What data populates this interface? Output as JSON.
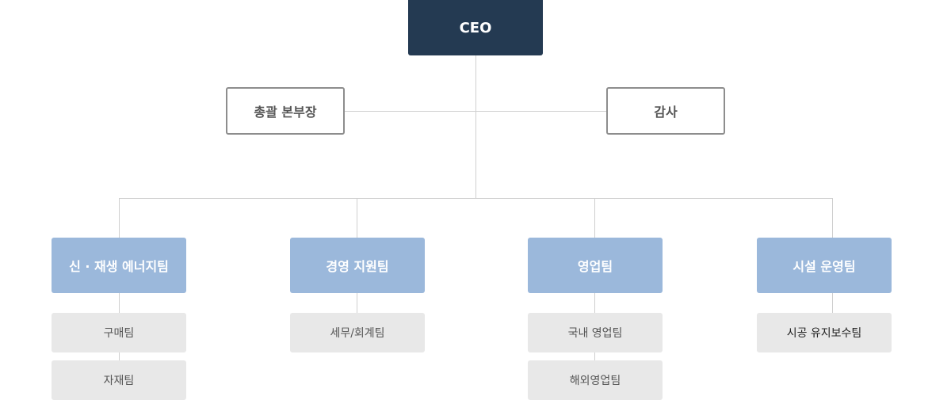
{
  "ceo": {
    "label": "CEO"
  },
  "staff": {
    "left": {
      "label": "총괄 본부장"
    },
    "right": {
      "label": "감사"
    }
  },
  "teams": [
    {
      "label": "신 · 재생 에너지팀",
      "subs": [
        "구매팀",
        "자재팀"
      ]
    },
    {
      "label": "경영 지원팀",
      "subs": [
        "세무/회계팀"
      ]
    },
    {
      "label": "영업팀",
      "subs": [
        "국내 영업팀",
        "해외영업팀"
      ]
    },
    {
      "label": "시설 운영팀",
      "subs": [
        "시공 유지보수팀"
      ]
    }
  ],
  "colors": {
    "ceo_bg": "#243a52",
    "team_bg": "#9bb8db",
    "sub_bg": "#e8e8e8",
    "line": "#cfcfcf",
    "staff_border": "#8d8d8d"
  }
}
